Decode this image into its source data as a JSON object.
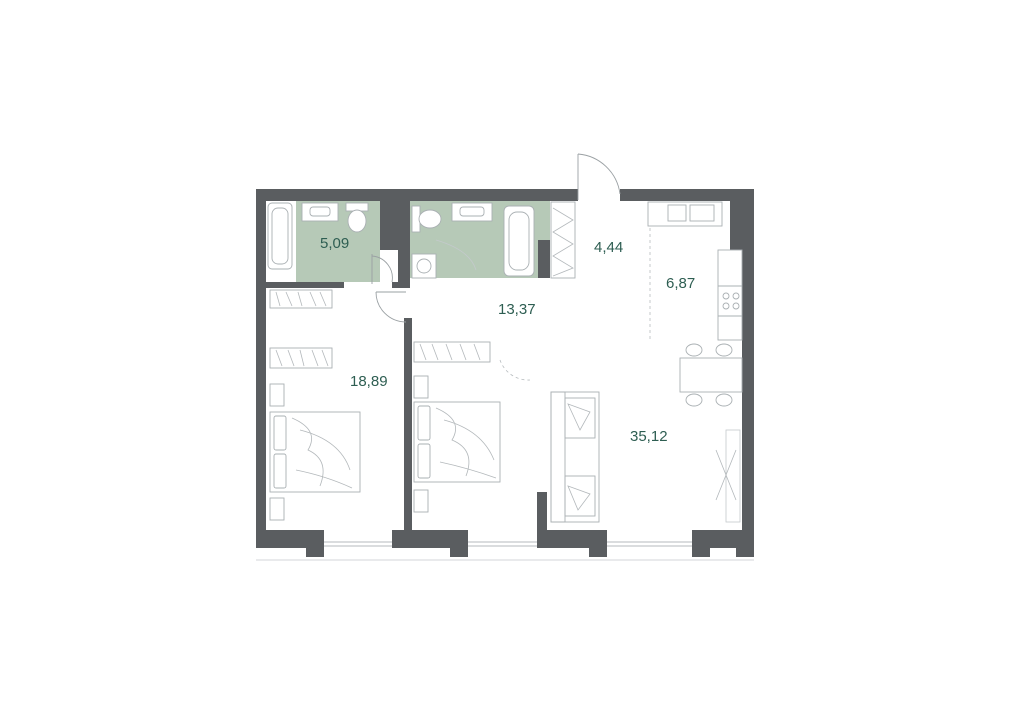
{
  "plan": {
    "rooms": [
      {
        "id": "bathroom-small",
        "area": "5,09"
      },
      {
        "id": "hall",
        "area": "4,44"
      },
      {
        "id": "kitchen",
        "area": "6,87"
      },
      {
        "id": "corridor",
        "area": "13,37"
      },
      {
        "id": "bedroom",
        "area": "18,89"
      },
      {
        "id": "living-room",
        "area": "35,12"
      }
    ],
    "colors": {
      "walls": "#5a5d60",
      "wet_zone": "#b6c9b7",
      "labels": "#2e5e52",
      "fixtures": "#aab0b3"
    }
  }
}
